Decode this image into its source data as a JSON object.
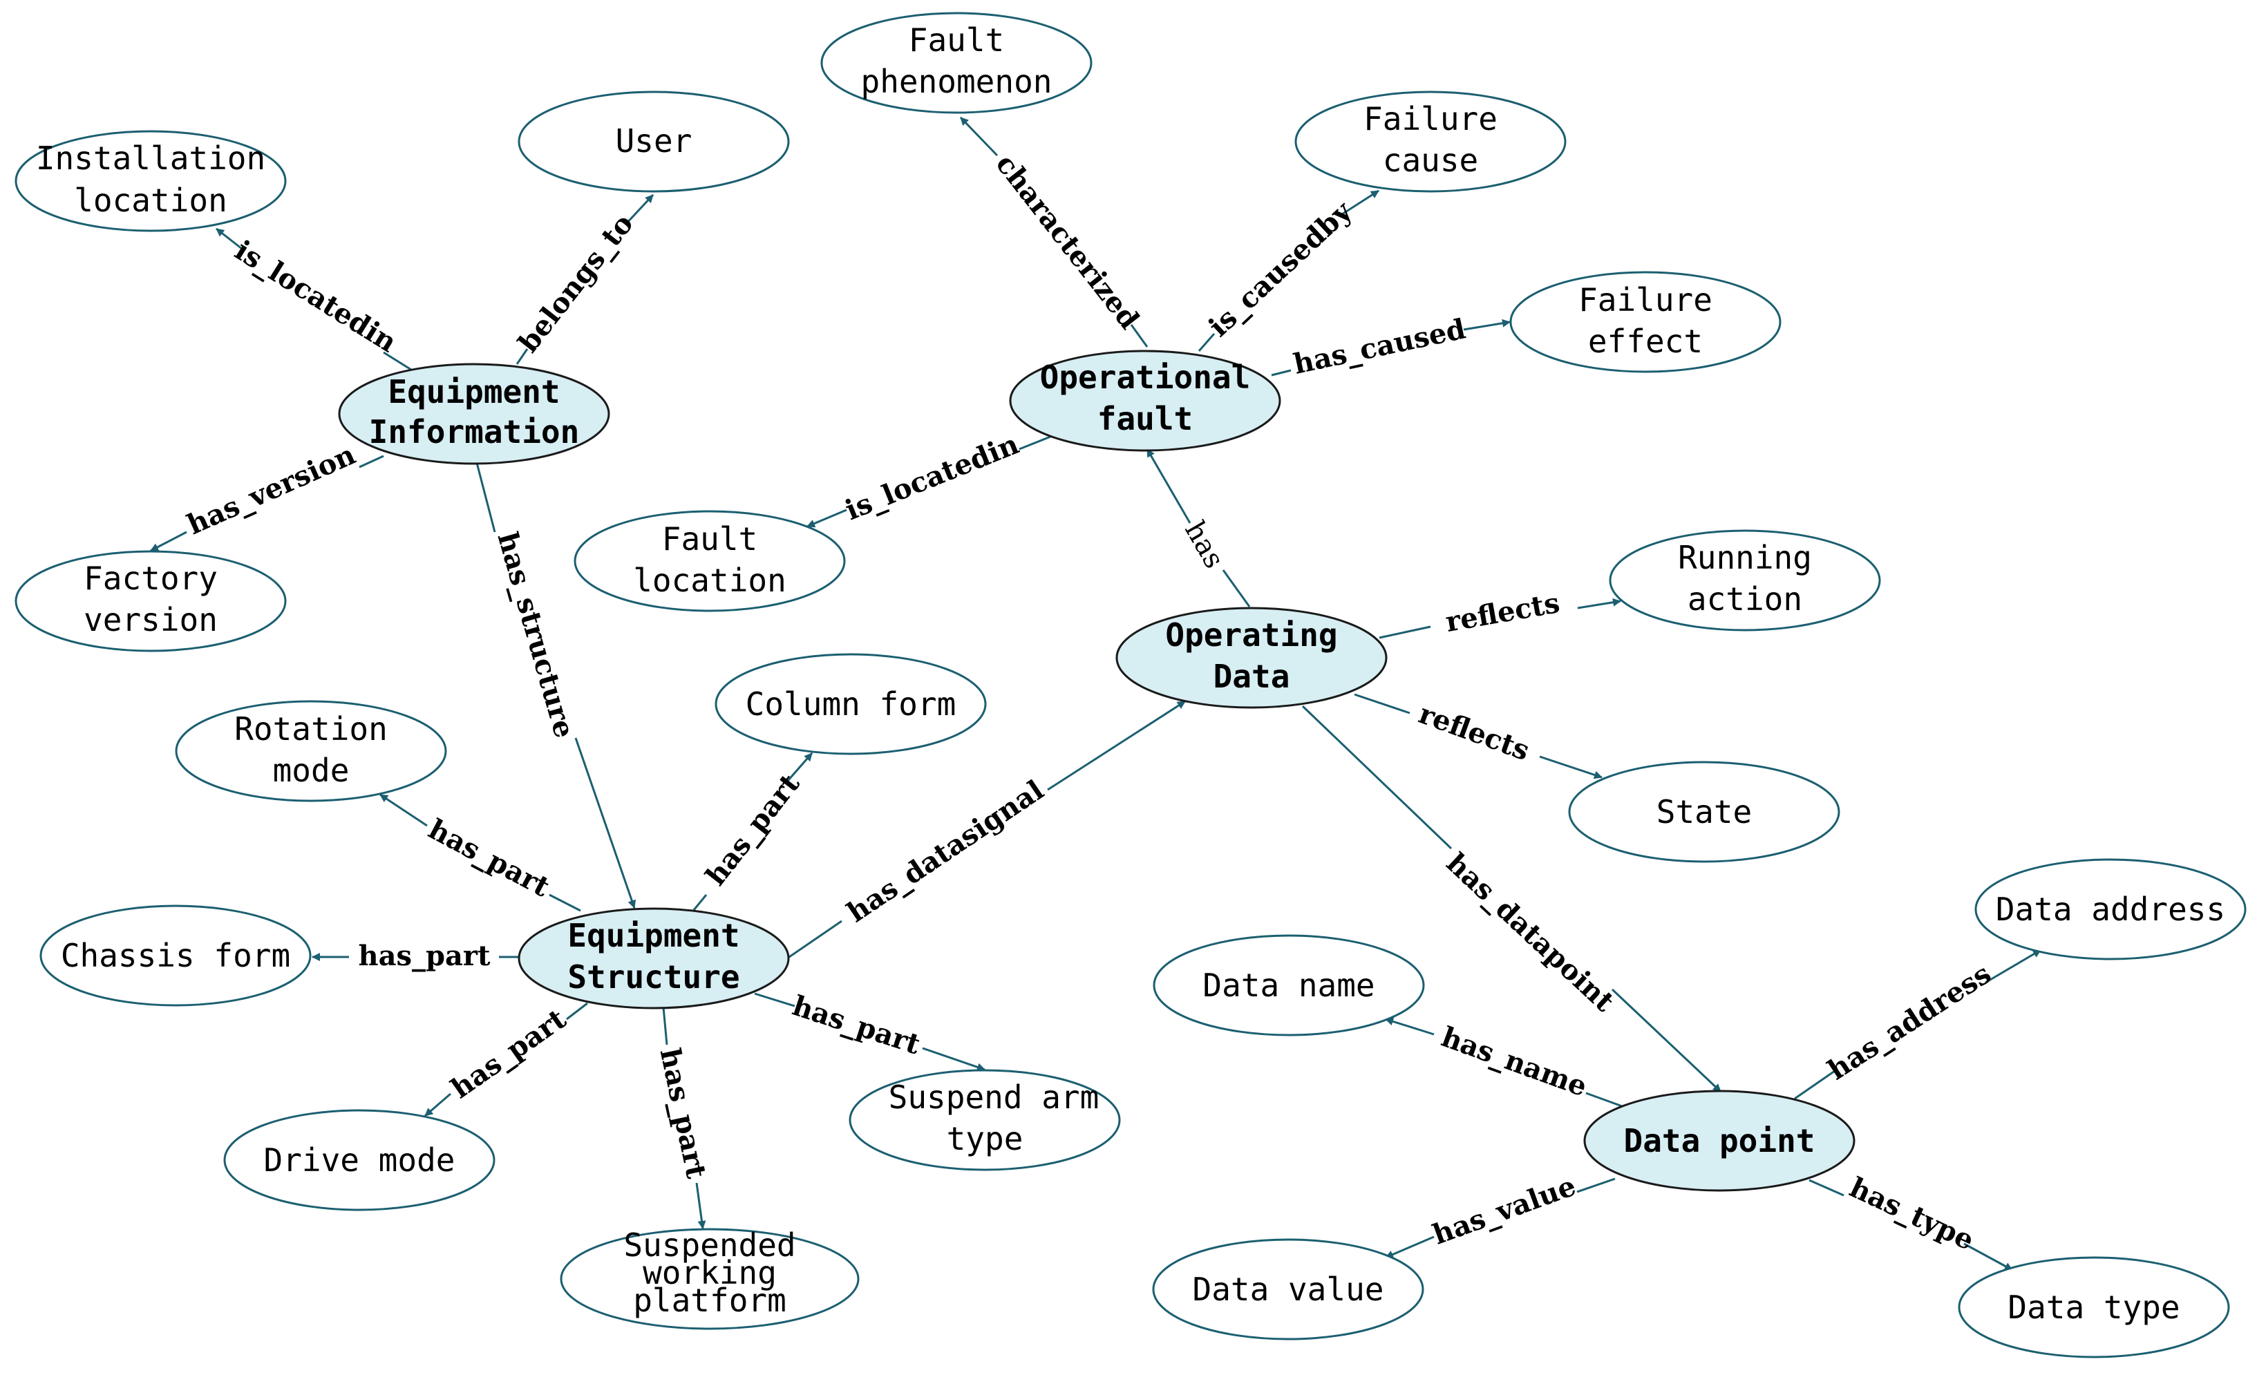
{
  "nodes": {
    "equipment_information": [
      "Equipment",
      "Information"
    ],
    "operational_fault": [
      "Operational",
      "fault"
    ],
    "operating_data": [
      "Operating",
      "Data"
    ],
    "equipment_structure": [
      "Equipment",
      "Structure"
    ],
    "data_point": [
      "Data point"
    ],
    "installation_location": [
      "Installation",
      "location"
    ],
    "user": [
      "User"
    ],
    "factory_version": [
      "Factory",
      "version"
    ],
    "fault_phenomenon": [
      "Fault",
      "phenomenon"
    ],
    "failure_cause": [
      "Failure",
      "cause"
    ],
    "failure_effect": [
      "Failure",
      "effect"
    ],
    "fault_location": [
      "Fault",
      "location"
    ],
    "running_action": [
      "Running",
      "action"
    ],
    "state": [
      "State"
    ],
    "rotation_mode": [
      "Rotation",
      "mode"
    ],
    "column_form": [
      "Column form"
    ],
    "chassis_form": [
      "Chassis form"
    ],
    "drive_mode": [
      "Drive mode"
    ],
    "suspended_working_platform": [
      "Suspended",
      "working",
      "platform"
    ],
    "suspend_arm_type": [
      "Suspend arm",
      "type"
    ],
    "data_name": [
      "Data name"
    ],
    "data_address": [
      "Data address"
    ],
    "data_value": [
      "Data value"
    ],
    "data_type": [
      "Data type"
    ]
  },
  "edges": {
    "is_locatedin_1": "is_locatedin",
    "belongs_to": "belongs_to",
    "has_version": "has_version",
    "has_structure": "has_structure",
    "characterized": "characterized",
    "is_causedby": "is_causedby",
    "has_caused": "has_caused",
    "is_locatedin_2": "is_locatedin",
    "has": "has",
    "reflects_1": "reflects",
    "reflects_2": "reflects",
    "has_datapoint": "has_datapoint",
    "has_datasignal": "has_datasignal",
    "has_part_rotation": "has_part",
    "has_part_column": "has_part",
    "has_part_chassis": "has_part",
    "has_part_drive": "has_part",
    "has_part_platform": "has_part",
    "has_part_arm": "has_part",
    "has_address": "has_address",
    "has_name": "has_name",
    "has_value": "has_value",
    "has_type": "has_type"
  },
  "colors": {
    "main_node_fill": "#d7eef3",
    "edge_color": "#1b5f70"
  }
}
